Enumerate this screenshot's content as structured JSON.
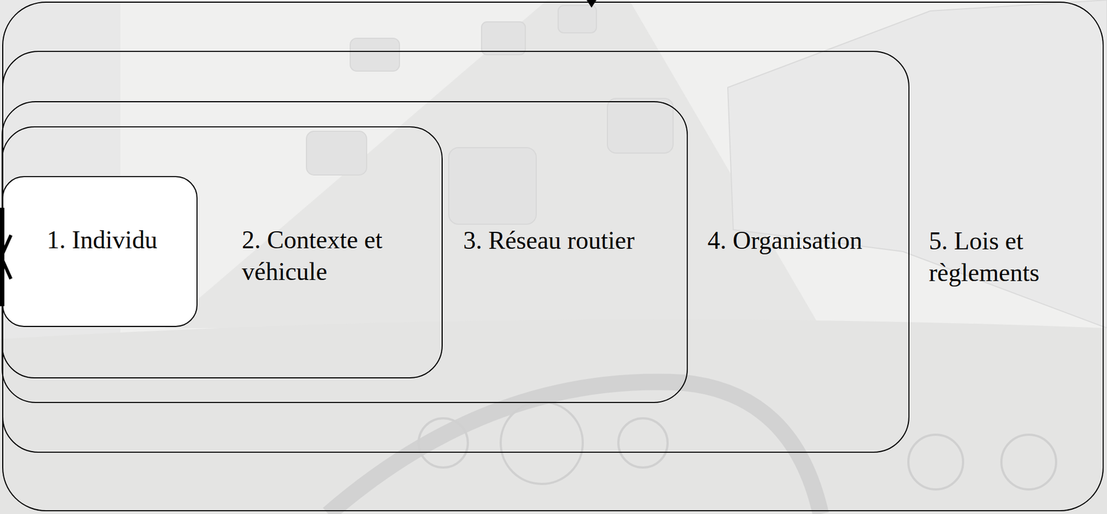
{
  "diagram": {
    "nodes": [
      {
        "text": [
          "5. Lois et règlements"
        ]
      },
      {
        "text": [
          "4. Organisation"
        ],
        "in": 0
      },
      {
        "text": [
          "3. Réseau routier"
        ],
        "in": 1
      },
      {
        "text": [
          "2. Contexte et véhicule"
        ],
        "in": 2
      },
      {
        "text": [
          "1. Individu"
        ],
        "in": 3
      }
    ]
  }
}
